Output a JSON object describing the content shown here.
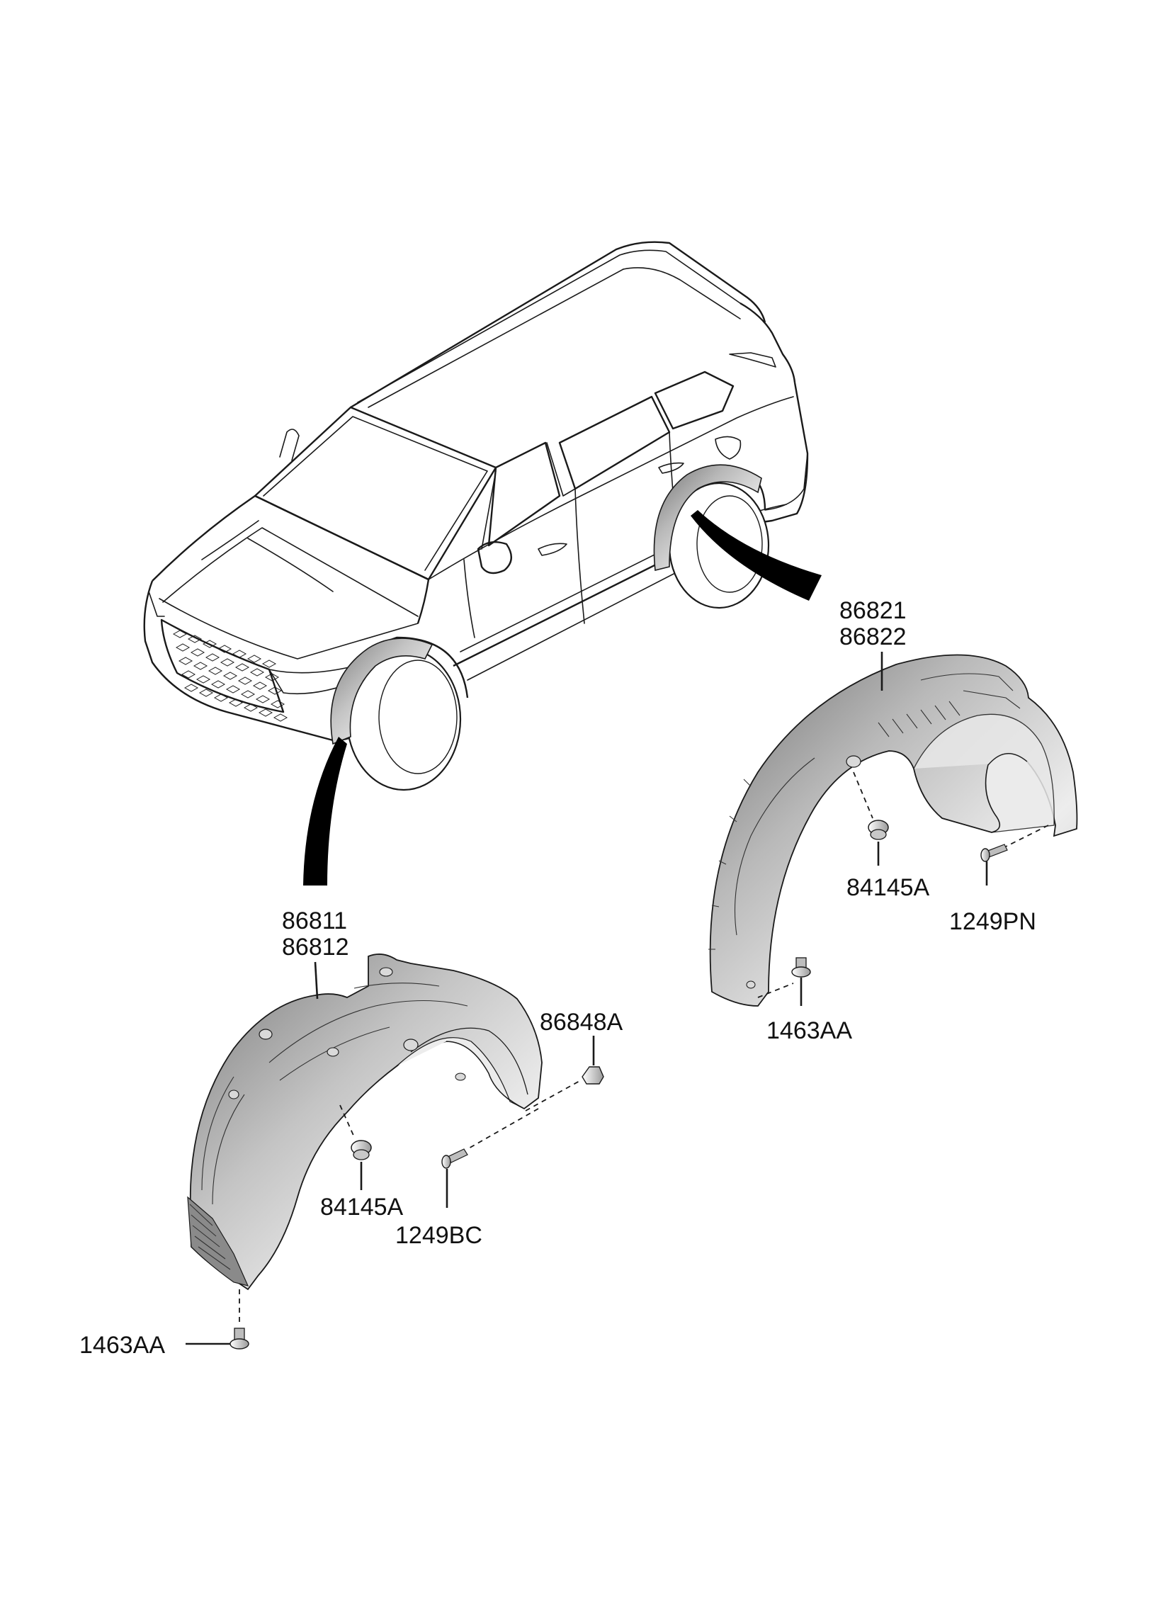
{
  "colors": {
    "line": "#1a1a1a",
    "part_fill_light": "#f2f2f2",
    "part_fill_dark": "#8f8f8f",
    "pointer": "#000000",
    "background": "#ffffff"
  },
  "callouts": {
    "rear_liner_part_a": "86821",
    "rear_liner_part_b": "86822",
    "rear_nut": "84145A",
    "rear_screw": "1249PN",
    "rear_clip": "1463AA",
    "front_liner_part_a": "86811",
    "front_liner_part_b": "86812",
    "front_clip_top": "86848A",
    "front_nut": "84145A",
    "front_screw": "1249BC",
    "front_clip_bottom": "1463AA"
  }
}
